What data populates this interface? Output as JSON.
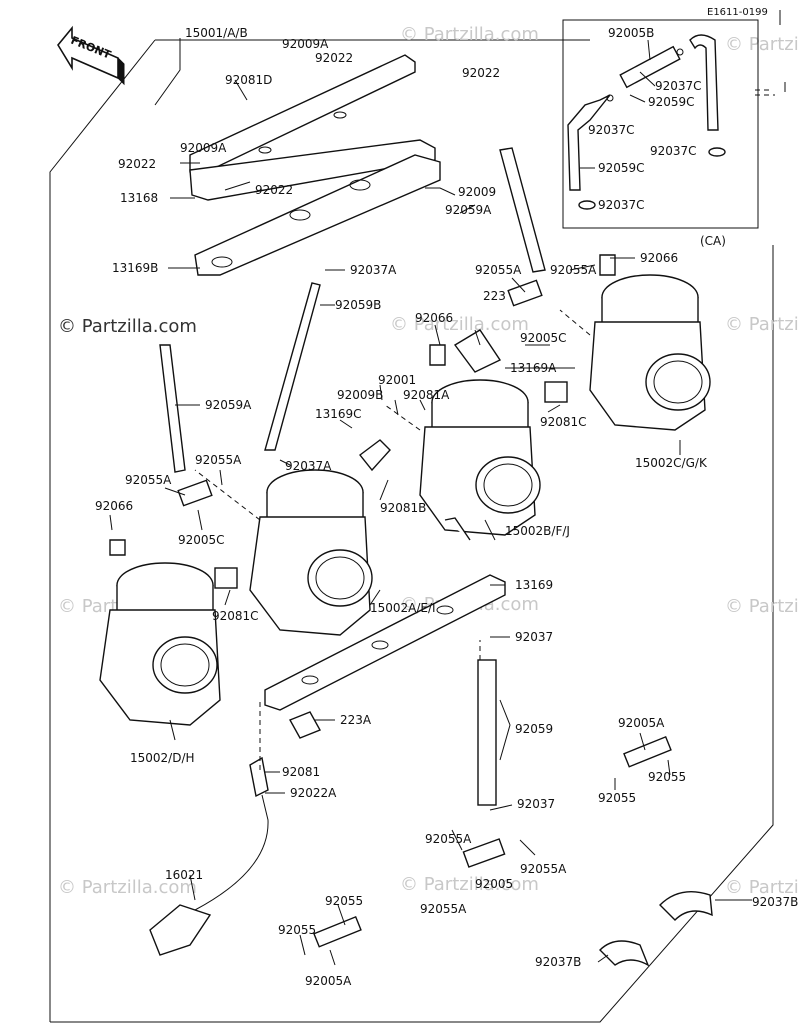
{
  "diagram_id": "E1611-0199",
  "front_label": "FRONT",
  "inset_label": "(CA)",
  "watermark": "© Partzilla.com",
  "watermark_faint": "© Partzilla.com",
  "callouts": {
    "p15001": "15001/A/B",
    "p92009A_top": "92009A",
    "p92022_top1": "92022",
    "p92022_top2": "92022",
    "p92081D": "92081D",
    "p92009A_mid": "92009A",
    "p92022_left": "92022",
    "p92022_mid": "92022",
    "p13168": "13168",
    "p92009": "92009",
    "p92059A_top": "92059A",
    "p13169B": "13169B",
    "p92037A_top": "92037A",
    "p92059B": "92059B",
    "p92055A_r1": "92055A",
    "p92055A_r2": "92055A",
    "p92066_r": "92066",
    "p223": "223",
    "p92066_mid": "92066",
    "p92005C_r": "92005C",
    "p13169A": "13169A",
    "p92001": "92001",
    "p92009B": "92009B",
    "p92081A": "92081A",
    "p13169C": "13169C",
    "p92059A_left": "92059A",
    "p92081C_r": "92081C",
    "p15002CGK": "15002C/G/K",
    "p92055A_l1": "92055A",
    "p92055A_l2": "92055A",
    "p92037A_mid": "92037A",
    "p92066_l": "92066",
    "p92005C_l": "92005C",
    "p92081B": "92081B",
    "p15002BFJ": "15002B/F/J",
    "p92081C_l": "92081C",
    "p15002AEI": "15002A/E/I",
    "p13169": "13169",
    "p92037_a": "92037",
    "p223A": "223A",
    "p92059": "92059",
    "p15002DH": "15002/D/H",
    "p92081": "92081",
    "p92022A": "92022A",
    "p92005A_r": "92005A",
    "p92055_r1": "92055",
    "p92055_r2": "92055",
    "p92037_b": "92037",
    "p92055A_b1": "92055A",
    "p92055A_b2": "92055A",
    "p92005": "92005",
    "p92055A_b3": "92055A",
    "p16021": "16021",
    "p92055_b1": "92055",
    "p92055_b2": "92055",
    "p92005A_b": "92005A",
    "p92037B_r": "92037B",
    "p92037B_l": "92037B",
    "ca_92005B": "92005B",
    "ca_92037C_1": "92037C",
    "ca_92059C_1": "92059C",
    "ca_92037C_2": "92037C",
    "ca_92037C_3": "92037C",
    "ca_92059C_2": "92059C",
    "ca_92037C_4": "92037C"
  }
}
